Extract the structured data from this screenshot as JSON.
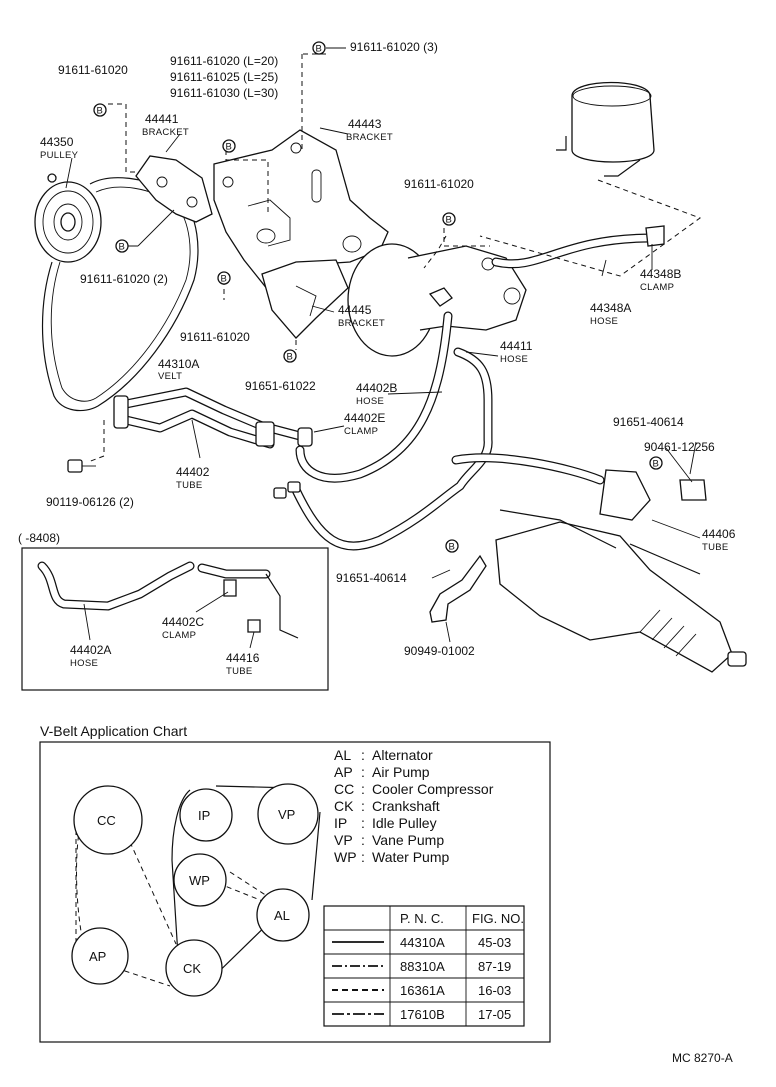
{
  "diagram": {
    "labels": {
      "p1": "91611-61020",
      "p2": "91611-61020 (L=20)",
      "p3": "91611-61025 (L=25)",
      "p4": "91611-61030 (L=30)",
      "p5": "91611-61020 (3)",
      "p6": "44441",
      "p6_sub": "BRACKET",
      "p7": "44350",
      "p7_sub": "PULLEY",
      "p8": "44443",
      "p8_sub": "BRACKET",
      "p9": "91611-61020",
      "p10": "91611-61020 (2)",
      "p11": "44348B",
      "p11_sub": "CLAMP",
      "p12": "44348A",
      "p12_sub": "HOSE",
      "p13": "91611-61020",
      "p14": "44445",
      "p14_sub": "BRACKET",
      "p15": "44310A",
      "p15_sub": "VELT",
      "p16": "44411",
      "p16_sub": "HOSE",
      "p17": "91651-61022",
      "p18": "44402B",
      "p18_sub": "HOSE",
      "p19": "44402E",
      "p19_sub": "CLAMP",
      "p20": "91651-40614",
      "p21": "90461-12256",
      "p22": "44402",
      "p22_sub": "TUBE",
      "p23": "90119-06126 (2)",
      "p24": "44406",
      "p24_sub": "TUBE",
      "p25": "91651-40614",
      "p26": "90949-01002",
      "inset_title": "(      -8408)",
      "p27": "44402C",
      "p27_sub": "CLAMP",
      "p28": "44402A",
      "p28_sub": "HOSE",
      "p29": "44416",
      "p29_sub": "TUBE",
      "bolt": "B"
    },
    "chart_title": "V-Belt Application Chart",
    "pulleys": {
      "cc": "CC",
      "ip": "IP",
      "vp": "VP",
      "wp": "WP",
      "al": "AL",
      "ap": "AP",
      "ck": "CK"
    },
    "legend": [
      {
        "code": "AL",
        "name": "Alternator"
      },
      {
        "code": "AP",
        "name": "Air Pump"
      },
      {
        "code": "CC",
        "name": "Cooler Compressor"
      },
      {
        "code": "CK",
        "name": "Crankshaft"
      },
      {
        "code": "IP",
        "name": "Idle Pulley"
      },
      {
        "code": "VP",
        "name": "Vane Pump"
      },
      {
        "code": "WP",
        "name": "Water Pump"
      }
    ],
    "legend_sep": ":",
    "table": {
      "headers": [
        "",
        "P. N. C.",
        "FIG. NO."
      ],
      "rows": [
        {
          "pnc": "44310A",
          "fig": "45-03"
        },
        {
          "pnc": "88310A",
          "fig": "87-19"
        },
        {
          "pnc": "16361A",
          "fig": "16-03"
        },
        {
          "pnc": "17610B",
          "fig": "17-05"
        }
      ]
    },
    "footer_code": "MC  8270-A"
  }
}
